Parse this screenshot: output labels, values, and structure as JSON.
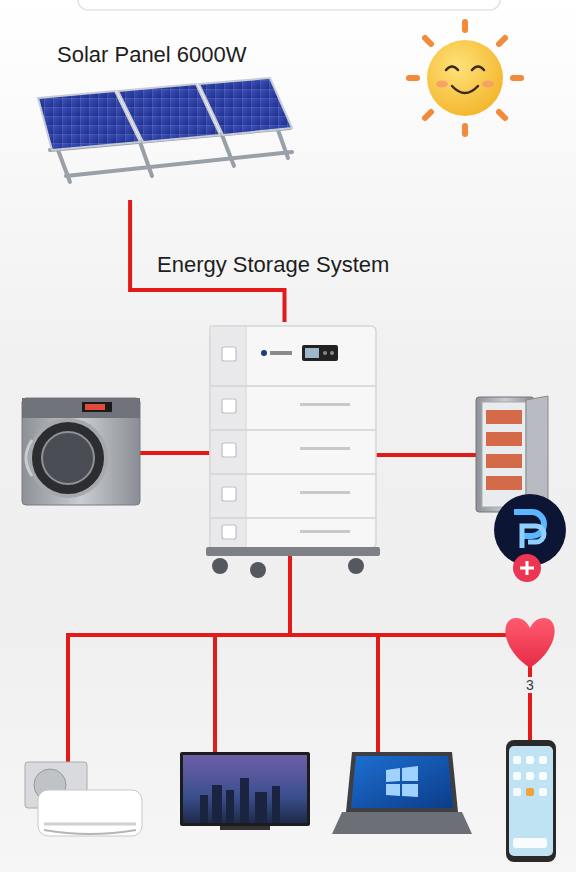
{
  "diagram": {
    "nodes": [
      {
        "text": [
          "Solar Panel 6000W"
        ]
      },
      {
        "text": [
          "Energy Storage System"
        ]
      }
    ],
    "edges": [
      {
        "from": 0,
        "to": 1,
        "arrow": "none"
      }
    ],
    "labels": [
      "3"
    ]
  }
}
